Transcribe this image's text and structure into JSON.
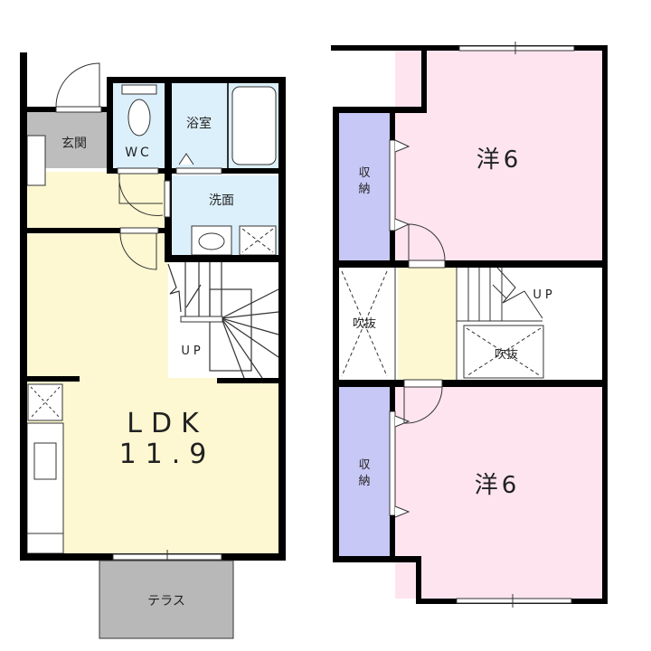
{
  "floor1": {
    "entrance": "玄関",
    "wc": "WC",
    "bath": "浴室",
    "washroom": "洗面",
    "ldk_name": "LDK",
    "ldk_size": "11.9",
    "stairs_up": "UP",
    "terrace": "テラス"
  },
  "floor2": {
    "room_top": "洋6",
    "room_bottom": "洋6",
    "closet_top": [
      "収",
      "納"
    ],
    "closet_bottom": [
      "収",
      "納"
    ],
    "void_left": "吹抜",
    "void_right": "吹抜",
    "stairs_up": "UP"
  },
  "colors": {
    "wall": "#000000",
    "ldk": "#fdf8d2",
    "wet": "#dcf0fb",
    "entrance": "#bdbdbd",
    "bedroom": "#fde4ef",
    "closet": "#c8c8f7",
    "terrace": "#b8b8b8"
  }
}
